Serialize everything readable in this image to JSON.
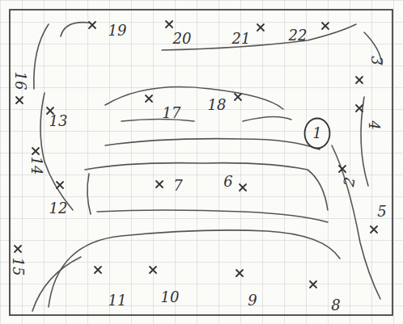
{
  "diagram": {
    "nodes": [
      {
        "text": [
          "1"
        ]
      }
    ],
    "labels": [
      "2",
      "3",
      "4",
      "5",
      "6",
      "7",
      "8",
      "9",
      "10",
      "11",
      "12",
      "13",
      "14",
      "15",
      "16",
      "17",
      "18",
      "19",
      "20",
      "21",
      "22"
    ]
  }
}
